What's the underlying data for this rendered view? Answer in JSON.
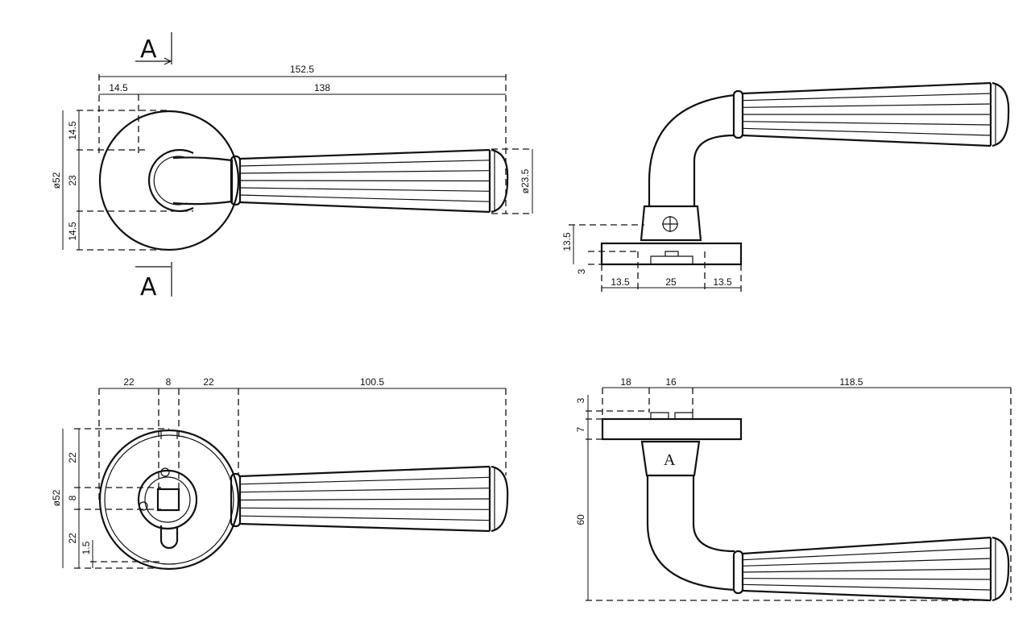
{
  "front_view": {
    "section_top": "A",
    "section_bottom": "A",
    "dim_total_length": "152.5",
    "dim_rose_offset": "14.5",
    "dim_lever_length": "138",
    "dim_top": "14.5",
    "dim_middle": "23",
    "dim_bottom": "14.5",
    "dim_rose_diameter": "ø52",
    "dim_lever_diameter": "ø23.5"
  },
  "side_view": {
    "dim_height": "13.5",
    "dim_plate": "3",
    "dim_left": "13.5",
    "dim_center": "25",
    "dim_right": "13.5"
  },
  "back_view": {
    "dim_left": "22",
    "dim_center": "8",
    "dim_right": "22",
    "dim_lever": "100.5",
    "dim_v_top": "22",
    "dim_v_mid": "8",
    "dim_v_bottom": "22",
    "dim_v_small": "1.5",
    "dim_rose_diameter": "ø52"
  },
  "section_view": {
    "dim_left": "18",
    "dim_center": "16",
    "dim_lever": "118.5",
    "dim_top": "3",
    "dim_plate": "7",
    "dim_height": "60",
    "section_label": "A"
  }
}
